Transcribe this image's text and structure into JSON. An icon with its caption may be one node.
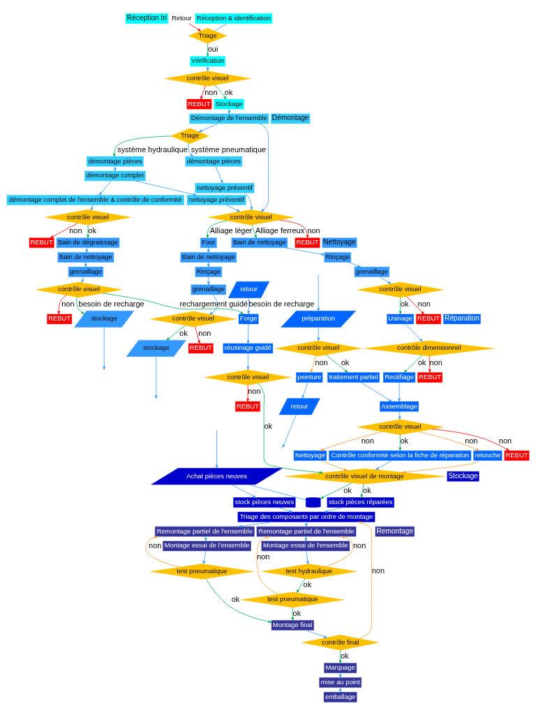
{
  "diagram": {
    "nodes": [
      {
        "text": [
          "Réception tri"
        ]
      },
      {
        "text": [
          "Retour"
        ]
      },
      {
        "text": [
          "Triage"
        ]
      },
      {
        "text": [
          "Réception & identification"
        ]
      },
      {
        "text": [
          "Vérification"
        ]
      },
      {
        "text": [
          "contrôle visuel"
        ]
      },
      {
        "text": [
          "REBUT"
        ]
      },
      {
        "text": [
          "Stockage"
        ]
      },
      {
        "text": [
          "Démontage"
        ]
      },
      {
        "text": [
          "Démontage de l'ensemble"
        ]
      },
      {
        "text": [
          "Triage"
        ]
      },
      {
        "text": [
          "démontage pièces"
        ]
      },
      {
        "text": [
          "démontage pièces"
        ]
      },
      {
        "text": [
          "démontage complet"
        ]
      },
      {
        "text": [
          "démontage complet de l'ensemble & contrôle de conformité"
        ]
      },
      {
        "text": [
          "nettoyage préventif"
        ]
      },
      {
        "text": [
          "nettoyage préventif"
        ]
      },
      {
        "text": [
          "contrôle visuel"
        ]
      },
      {
        "text": [
          "REBUT"
        ]
      },
      {
        "text": [
          "contrôle visuel"
        ]
      },
      {
        "text": [
          "REBUT"
        ]
      },
      {
        "text": [
          "Nettoyage"
        ]
      },
      {
        "text": [
          "Four"
        ]
      },
      {
        "text": [
          "Bain de nettoyage"
        ]
      },
      {
        "text": [
          "Rinçage"
        ]
      },
      {
        "text": [
          "grenaillage"
        ]
      },
      {
        "text": [
          "Bain de nettoyage"
        ]
      },
      {
        "text": [
          "Rinçage"
        ]
      },
      {
        "text": [
          "grenaillage"
        ]
      },
      {
        "text": [
          "Bain de dégraissage"
        ]
      },
      {
        "text": [
          "Bain de nettoyage"
        ]
      },
      {
        "text": [
          "grenaillage"
        ]
      },
      {
        "text": [
          "contrôle visuel"
        ]
      },
      {
        "text": [
          "REBUT"
        ]
      },
      {
        "text": [
          "contrôle visuel"
        ]
      },
      {
        "text": [
          "REBUT"
        ]
      },
      {
        "text": [
          "contrôle visuel"
        ]
      },
      {
        "text": [
          "REBUT"
        ]
      },
      {
        "text": [
          "stockage"
        ]
      },
      {
        "text": [
          "stockage"
        ]
      },
      {
        "text": [
          "Réparation"
        ]
      },
      {
        "text": [
          "préparation"
        ]
      },
      {
        "text": [
          "contrôle visuel"
        ]
      },
      {
        "text": [
          "peinture"
        ]
      },
      {
        "text": [
          "traitement partiel"
        ]
      },
      {
        "text": [
          "retour"
        ]
      },
      {
        "text": [
          "Usinage"
        ]
      },
      {
        "text": [
          "contrôle dimensionnel"
        ]
      },
      {
        "text": [
          "REBUT"
        ]
      },
      {
        "text": [
          "Rectifiage"
        ]
      },
      {
        "text": [
          "Forge"
        ]
      },
      {
        "text": [
          "retour"
        ]
      },
      {
        "text": [
          "réusinage guidé"
        ]
      },
      {
        "text": [
          "contrôle visuel"
        ]
      },
      {
        "text": [
          "REBUT"
        ]
      },
      {
        "text": [
          "Assemblage"
        ]
      },
      {
        "text": [
          "contrôle visuel"
        ]
      },
      {
        "text": [
          "REBUT"
        ]
      },
      {
        "text": [
          "retouche"
        ]
      },
      {
        "text": [
          "Nettoyage"
        ]
      },
      {
        "text": [
          "Contrôle conformité selon la fiche de réparation"
        ]
      },
      {
        "text": [
          "contrôle visuel de montage"
        ]
      },
      {
        "text": [
          "Stockage"
        ]
      },
      {
        "text": [
          "Achat pièces neuves"
        ]
      },
      {
        "text": [],
        "shape": "cylinder"
      },
      {
        "text": [
          "stock pièces neuves"
        ]
      },
      {
        "text": [
          "stock pièces réparées"
        ]
      },
      {
        "text": [
          "Triage des composants par ordre de montage"
        ]
      },
      {
        "text": [
          "Remontage"
        ]
      },
      {
        "text": [
          "Remontage partiel de l'ensemble"
        ]
      },
      {
        "text": [
          "Montage essai de l'ensemble"
        ]
      },
      {
        "text": [
          "Remontage partiel de l'ensemble"
        ]
      },
      {
        "text": [
          "Montage essai de l'ensemble"
        ]
      },
      {
        "text": [
          "test hydraulique"
        ]
      },
      {
        "text": [
          "test pneumatique"
        ]
      },
      {
        "text": [
          "test pneumatique"
        ]
      },
      {
        "text": [
          "Montage final"
        ]
      },
      {
        "text": [
          "contrôle final"
        ]
      },
      {
        "text": [
          "Marquage"
        ]
      },
      {
        "text": [
          "mise au point"
        ]
      },
      {
        "text": [
          "emballage"
        ]
      }
    ],
    "edges": [
      {
        "from": 1,
        "to": 2,
        "arrow": "to",
        "color": "#ff0000"
      },
      {
        "from": 3,
        "to": 2,
        "arrow": "none"
      },
      {
        "from": 2,
        "to": 4,
        "arrow": "to",
        "label": "oui",
        "color": "#00b050"
      },
      {
        "from": 4,
        "to": 5,
        "arrow": "to"
      },
      {
        "from": 5,
        "to": 6,
        "arrow": "to",
        "label": "non",
        "color": "#ff0000"
      },
      {
        "from": 5,
        "to": 7,
        "arrow": "to",
        "label": "ok",
        "color": "#00b050"
      },
      {
        "from": 7,
        "to": 9,
        "arrow": "to"
      },
      {
        "from": 9,
        "to": 10,
        "arrow": "to"
      },
      {
        "from": 10,
        "to": 11,
        "arrow": "to",
        "label": "système pneumatique"
      },
      {
        "from": 10,
        "to": 12,
        "arrow": "to",
        "label": "système hydraulique",
        "color": "#00b050"
      },
      {
        "from": 12,
        "to": 13,
        "arrow": "to"
      },
      {
        "from": 13,
        "to": 14,
        "arrow": "to"
      },
      {
        "from": 11,
        "to": 15,
        "arrow": "to"
      },
      {
        "from": 13,
        "to": 16,
        "arrow": "to"
      },
      {
        "from": 9,
        "to": 19,
        "arrow": "to"
      },
      {
        "from": 15,
        "to": 19,
        "arrow": "to"
      },
      {
        "from": 16,
        "to": 19,
        "arrow": "to"
      },
      {
        "from": 14,
        "to": 17,
        "arrow": "to"
      },
      {
        "from": 17,
        "to": 18,
        "arrow": "to",
        "label": "non",
        "color": "#ff0000"
      },
      {
        "from": 19,
        "to": 20,
        "arrow": "to",
        "label": "non",
        "color": "#ff0000"
      },
      {
        "from": 19,
        "to": 22,
        "arrow": "to",
        "label": "Alliage léger",
        "color": "#00b050"
      },
      {
        "from": 19,
        "to": 26,
        "arrow": "to",
        "label": "Alliage ferreux",
        "color": "#00b050"
      },
      {
        "from": 17,
        "to": 29,
        "arrow": "to",
        "label": "ok",
        "color": "#00b050"
      },
      {
        "from": 22,
        "to": 23,
        "arrow": "to"
      },
      {
        "from": 23,
        "to": 24,
        "arrow": "to"
      },
      {
        "from": 24,
        "to": 25,
        "arrow": "to"
      },
      {
        "from": 26,
        "to": 27,
        "arrow": "to"
      },
      {
        "from": 27,
        "to": 28,
        "arrow": "to"
      },
      {
        "from": 29,
        "to": 30,
        "arrow": "to"
      },
      {
        "from": 30,
        "to": 31,
        "arrow": "to"
      },
      {
        "from": 25,
        "to": 32,
        "arrow": "to"
      },
      {
        "from": 28,
        "to": 34,
        "arrow": "to"
      },
      {
        "from": 31,
        "to": 36,
        "arrow": "to"
      },
      {
        "from": 32,
        "to": 33,
        "arrow": "to",
        "label": "non",
        "color": "#ff0000"
      },
      {
        "from": 34,
        "to": 35,
        "arrow": "to",
        "label": "non",
        "color": "#ff0000"
      },
      {
        "from": 36,
        "to": 37,
        "arrow": "to",
        "label": "non",
        "color": "#ff0000"
      },
      {
        "from": 32,
        "to": 38,
        "arrow": "to",
        "label": "ok",
        "color": "#00b050"
      },
      {
        "from": 36,
        "to": 39,
        "arrow": "to",
        "label": "besoin de recharge",
        "color": "#00b050"
      },
      {
        "from": 38,
        "to": null,
        "arrow": "to"
      },
      {
        "from": 39,
        "to": null,
        "arrow": "to"
      },
      {
        "from": 36,
        "to": 50,
        "arrow": "to",
        "label": "rechargement guidé",
        "color": "#00b050"
      },
      {
        "from": 34,
        "to": 46,
        "arrow": "to",
        "label": "ok",
        "color": "#00b050"
      },
      {
        "from": null,
        "to": 41,
        "arrow": "to"
      },
      {
        "from": 41,
        "to": 42,
        "arrow": "to"
      },
      {
        "from": 42,
        "to": 43,
        "arrow": "to",
        "label": "non",
        "color": "#ff9933"
      },
      {
        "from": 42,
        "to": 44,
        "arrow": "to",
        "label": "ok",
        "color": "#00b050"
      },
      {
        "from": 43,
        "to": 45,
        "arrow": "to"
      },
      {
        "from": 45,
        "to": null,
        "arrow": "to"
      },
      {
        "from": 44,
        "to": 55,
        "arrow": "to"
      },
      {
        "from": 46,
        "to": 47,
        "arrow": "to"
      },
      {
        "from": 47,
        "to": 48,
        "arrow": "to",
        "label": "non",
        "color": "#ff0000"
      },
      {
        "from": 47,
        "to": 49,
        "arrow": "to",
        "label": "ok",
        "color": "#00b050"
      },
      {
        "from": 49,
        "to": 55,
        "arrow": "to"
      },
      {
        "from": 51,
        "to": 50,
        "arrow": "to",
        "label": "besoin de recharge"
      },
      {
        "from": 50,
        "to": 52,
        "arrow": "to"
      },
      {
        "from": 52,
        "to": 53,
        "arrow": "to"
      },
      {
        "from": 53,
        "to": 54,
        "arrow": "to",
        "label": "non",
        "color": "#ff0000"
      },
      {
        "from": 53,
        "to": 61,
        "arrow": "to",
        "label": "ok",
        "color": "#00b050"
      },
      {
        "from": 55,
        "to": 56,
        "arrow": "to"
      },
      {
        "from": 56,
        "to": 57,
        "arrow": "to",
        "label": "non",
        "color": "#ff0000"
      },
      {
        "from": 56,
        "to": 58,
        "arrow": "to",
        "label": "non",
        "color": "#ff9933"
      },
      {
        "from": 56,
        "to": 59,
        "arrow": "to",
        "label": "non",
        "color": "#ff9933"
      },
      {
        "from": 56,
        "to": 60,
        "arrow": "to",
        "label": "ok",
        "color": "#00b050"
      },
      {
        "from": 58,
        "to": 61,
        "arrow": "to",
        "color": "#ff9933"
      },
      {
        "from": 59,
        "to": 61,
        "arrow": "to",
        "color": "#ff9933"
      },
      {
        "from": 60,
        "to": 61,
        "arrow": "to"
      },
      {
        "from": 61,
        "to": 64,
        "arrow": "to",
        "label": "ok",
        "color": "#00b050"
      },
      {
        "from": 61,
        "to": 66,
        "arrow": "to",
        "label": "ok",
        "color": "#00b050"
      },
      {
        "from": null,
        "to": 63,
        "arrow": "to"
      },
      {
        "from": 63,
        "to": 64,
        "arrow": "none"
      },
      {
        "from": 63,
        "to": 65,
        "arrow": "to"
      },
      {
        "from": 65,
        "to": 67,
        "arrow": "to"
      },
      {
        "from": 66,
        "to": 67,
        "arrow": "to"
      },
      {
        "from": 67,
        "to": 69,
        "arrow": "to"
      },
      {
        "from": 67,
        "to": 71,
        "arrow": "to"
      },
      {
        "from": 69,
        "to": 70,
        "arrow": "to"
      },
      {
        "from": 70,
        "to": 74,
        "arrow": "to"
      },
      {
        "from": 71,
        "to": 72,
        "arrow": "to"
      },
      {
        "from": 72,
        "to": 73,
        "arrow": "to"
      },
      {
        "from": 73,
        "to": 75,
        "arrow": "to",
        "label": "ok",
        "color": "#00b050"
      },
      {
        "from": 73,
        "to": 71,
        "arrow": "to",
        "label": "non",
        "color": "#ff9933"
      },
      {
        "from": 74,
        "to": 69,
        "arrow": "to",
        "label": "non",
        "color": "#ff9933"
      },
      {
        "from": 75,
        "to": 71,
        "arrow": "to",
        "label": "non",
        "color": "#ff9933"
      },
      {
        "from": 74,
        "to": 76,
        "arrow": "to",
        "label": "ok",
        "color": "#00b050"
      },
      {
        "from": 75,
        "to": 76,
        "arrow": "to",
        "label": "ok",
        "color": "#00b050"
      },
      {
        "from": 76,
        "to": 77,
        "arrow": "to"
      },
      {
        "from": 77,
        "to": 78,
        "arrow": "to",
        "label": "ok",
        "color": "#00b050"
      },
      {
        "from": 77,
        "to": 67,
        "arrow": "to",
        "label": "non",
        "color": "#ff9933"
      },
      {
        "from": 78,
        "to": 79,
        "arrow": "to"
      },
      {
        "from": 79,
        "to": 80,
        "arrow": "to"
      }
    ]
  }
}
